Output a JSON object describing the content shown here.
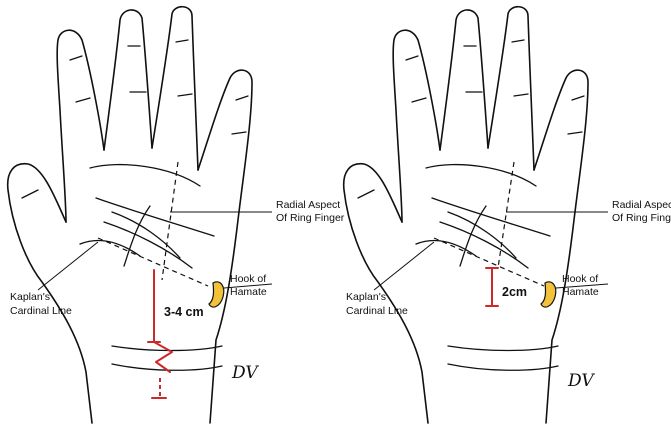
{
  "colors": {
    "ink": "#111111",
    "incision": "#cc2a2a",
    "hamate_fill": "#f2c23a"
  },
  "panels": [
    {
      "radial_aspect_label": [
        "Radial Aspect",
        "Of Ring Finger"
      ],
      "hook_label": [
        "Hook of",
        "Hamate"
      ],
      "kaplan_label": [
        "Kaplan's",
        "Cardinal Line"
      ],
      "measurement": "3-4 cm",
      "initials": "DV"
    },
    {
      "radial_aspect_label": [
        "Radial Aspect",
        "Of Ring Finger"
      ],
      "hook_label": [
        "Hook of",
        "Hamate"
      ],
      "kaplan_label": [
        "Kaplan's",
        "Cardinal Line"
      ],
      "measurement": "2cm",
      "initials": "DV"
    }
  ]
}
